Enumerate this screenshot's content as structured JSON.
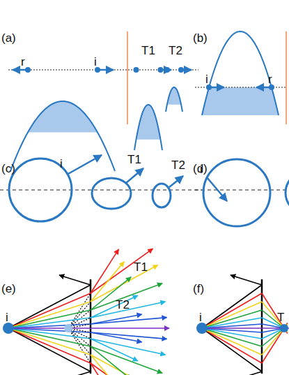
{
  "diagram": {
    "labels": [
      "(a)",
      "r",
      "i",
      "T1",
      "T2",
      "(b)",
      "i",
      "r",
      "(c)",
      "i",
      "T1",
      "T2",
      "(d)",
      "i",
      "(e)",
      "i",
      "T1",
      "T2",
      "(f)",
      "i",
      "T"
    ]
  }
}
